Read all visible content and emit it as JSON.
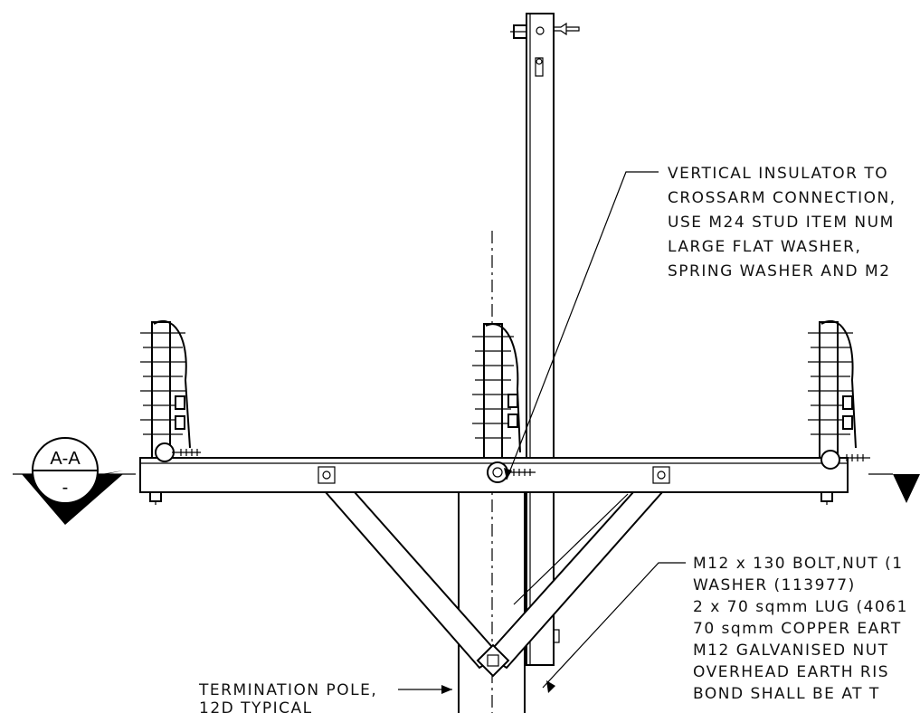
{
  "section_marker": {
    "top": "A-A",
    "bottom": "-"
  },
  "callout_top": {
    "lines": [
      "VERTICAL INSULATOR TO",
      "CROSSARM CONNECTION,",
      "USE M24 STUD ITEM NUM",
      "LARGE FLAT WASHER,",
      "SPRING WASHER AND M2"
    ]
  },
  "callout_bottom_right": {
    "lines": [
      "M12 x 130 BOLT,NUT (1",
      "WASHER (113977)",
      "2 x 70 sqmm LUG (4061",
      "70 sqmm COPPER EART",
      "M12 GALVANISED NUT",
      "OVERHEAD EARTH RIS",
      "BOND SHALL BE AT T"
    ]
  },
  "callout_pole": {
    "lines": [
      "TERMINATION POLE,",
      "12D TYPICAL"
    ]
  }
}
